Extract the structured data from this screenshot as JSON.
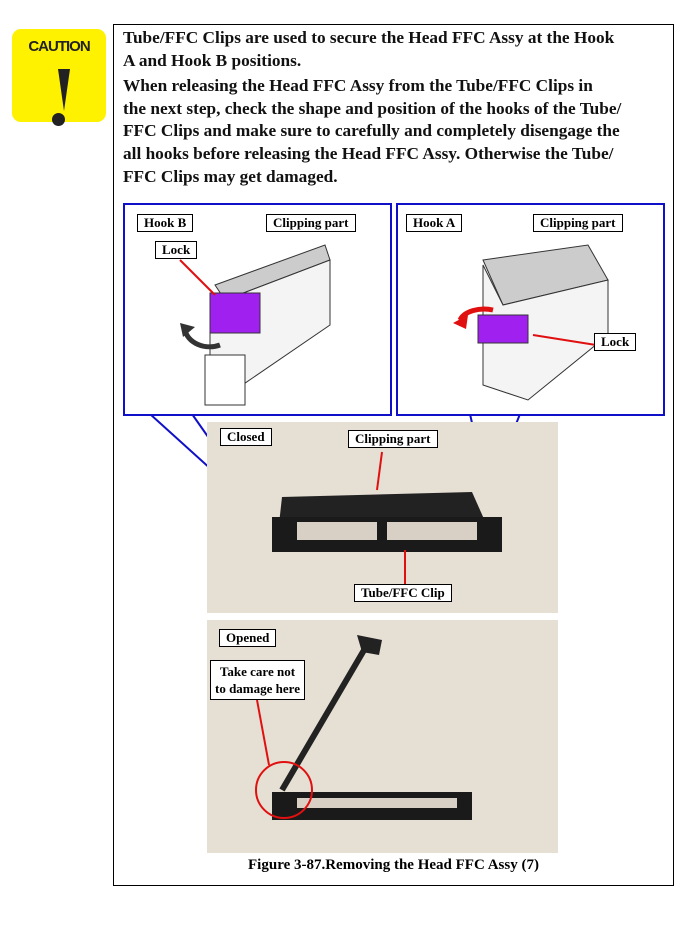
{
  "caution": {
    "label": "CAUTION"
  },
  "note": {
    "paragraphs": [
      [
        "Tube/FFC Clips are used to secure the Head FFC Assy at the Hook",
        "A and Hook B positions."
      ],
      [
        "When releasing the Head FFC Assy from the Tube/FFC Clips in",
        "the next step, check the shape and position of the hooks of the Tube/",
        "FFC Clips and make sure to carefully and completely disengage the",
        "all hooks before releasing the Head FFC Assy. Otherwise the Tube/",
        "FFC Clips may get damaged."
      ]
    ]
  },
  "left_panel": {
    "hook": "Hook B",
    "clipping": "Clipping part",
    "lock": "Lock"
  },
  "right_panel": {
    "hook": "Hook A",
    "clipping": "Clipping part",
    "lock": "Lock"
  },
  "photo_closed": {
    "state": "Closed",
    "clipping": "Clipping part",
    "clip": "Tube/FFC Clip"
  },
  "photo_opened": {
    "state": "Opened",
    "warning_line1": "Take care not",
    "warning_line2": "to damage here"
  },
  "caption": "Figure 3-87.Removing the Head FFC Assy (7)",
  "colors": {
    "caution": "#fef200",
    "frame": "#1010c8",
    "lock": "#a020f0",
    "arrow": "#e01010"
  }
}
